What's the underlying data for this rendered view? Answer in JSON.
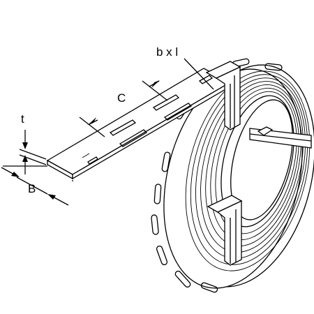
{
  "figure": {
    "labels": {
      "slot": "b x l",
      "pitch": "C",
      "thickness": "t",
      "width": "B"
    },
    "colors": {
      "line": "#000000",
      "background": "#ffffff"
    }
  }
}
